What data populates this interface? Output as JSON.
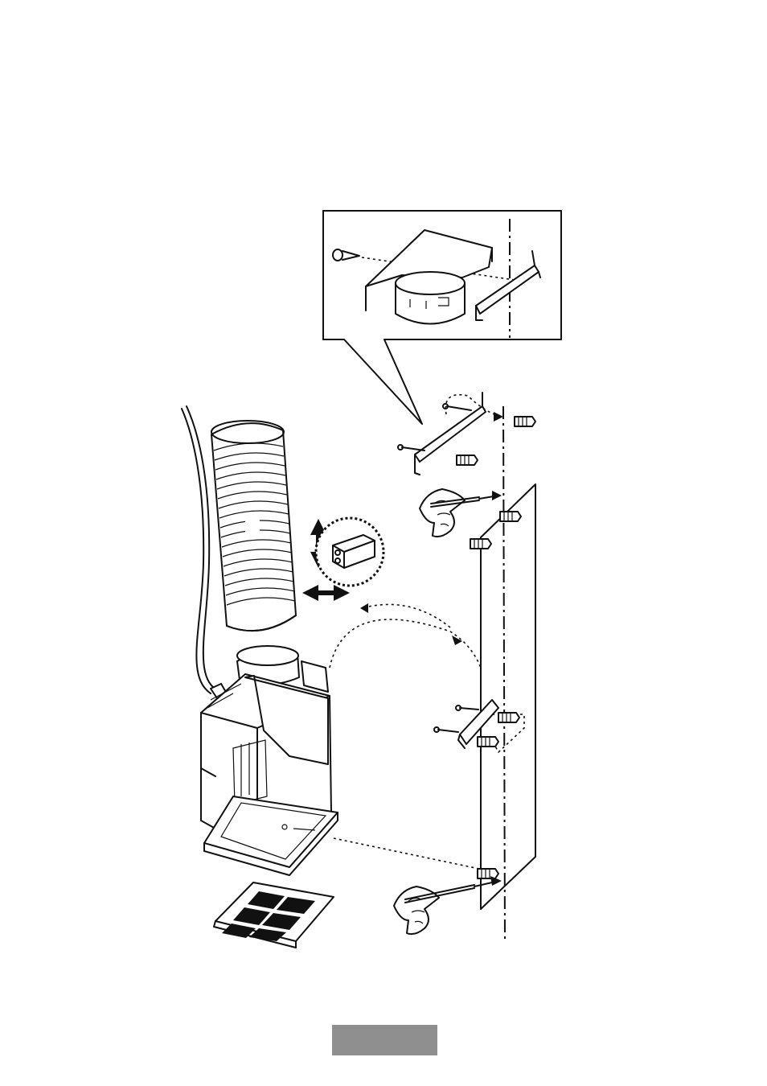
{
  "figure": {
    "kind": "exploded installation diagram",
    "components": [
      "detail-inset",
      "flexible-duct-hose",
      "power-cord",
      "hood-motor-unit",
      "grease-filter",
      "wall-panel",
      "top-bracket",
      "middle-bracket",
      "wall-plugs",
      "screws",
      "hand-marking-pencil-icon",
      "adjustment-arrows-icon",
      "switch-detail-circle"
    ]
  },
  "page_tab": {
    "color": "#8f8f8f",
    "label": ""
  }
}
